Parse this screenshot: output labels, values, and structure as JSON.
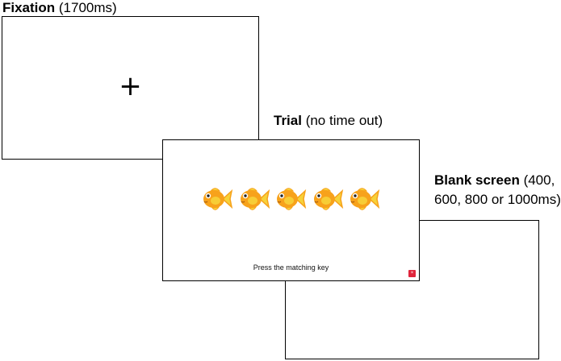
{
  "fixation": {
    "title": "Fixation",
    "detail": " (1700ms)",
    "symbol": "+"
  },
  "trial": {
    "title": "Trial",
    "detail": " (no time out)",
    "instruction": "Press the matching key",
    "fish_count": 5,
    "exit_symbol": "×"
  },
  "blank": {
    "title": "Blank screen",
    "detail_line1": " (400,",
    "detail_line2": "600, 800 or 1000ms)"
  },
  "colors": {
    "fish_body": "#f7a21b",
    "fish_fin": "#f6d23a",
    "exit_button": "#e0253c"
  },
  "icons": {
    "fish": "fish-icon",
    "exit": "close-icon"
  }
}
